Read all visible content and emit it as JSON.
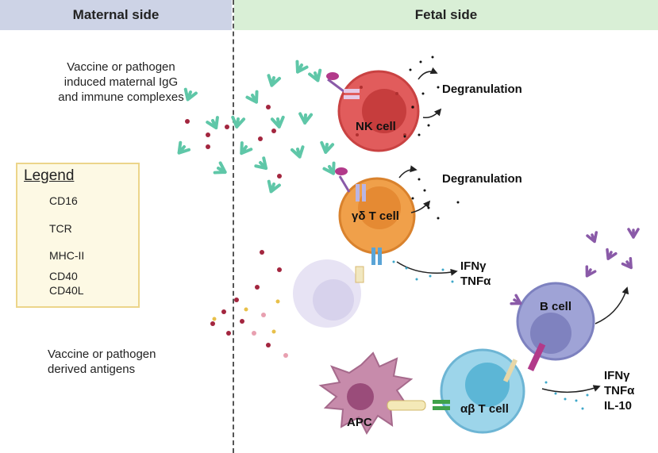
{
  "header": {
    "maternal": "Maternal side",
    "fetal": "Fetal side"
  },
  "maternal_text": {
    "line1": "Vaccine or pathogen",
    "line2": "induced maternal IgG",
    "line3": "and immune complexes",
    "antigen_line1": "Vaccine or pathogen",
    "antigen_line2": "derived antigens"
  },
  "legend": {
    "title": "Legend",
    "items": [
      "CD16",
      "TCR",
      "MHC-II",
      "CD40",
      "CD40L"
    ]
  },
  "cells": {
    "nk": "NK cell",
    "gd": "γδ T cell",
    "b": "B cell",
    "ab": "αβ T cell",
    "apc": "APC"
  },
  "outputs": {
    "degran1": "Degranulation",
    "degran2": "Degranulation",
    "gd_cyto1": "IFNγ",
    "gd_cyto2": "TNFα",
    "ab_cyto1": "IFNγ",
    "ab_cyto2": "TNFα",
    "ab_cyto3": "IL-10"
  },
  "colors": {
    "maternal_bg": "#cdd3e6",
    "fetal_bg": "#d9efd6",
    "nk": "#e05a5a",
    "gd": "#f0a04a",
    "b": "#8f93c9",
    "ab": "#7ec6e0",
    "apc": "#c07aa0",
    "igg": "#5fc7a8",
    "antigen": "#a3263f"
  }
}
